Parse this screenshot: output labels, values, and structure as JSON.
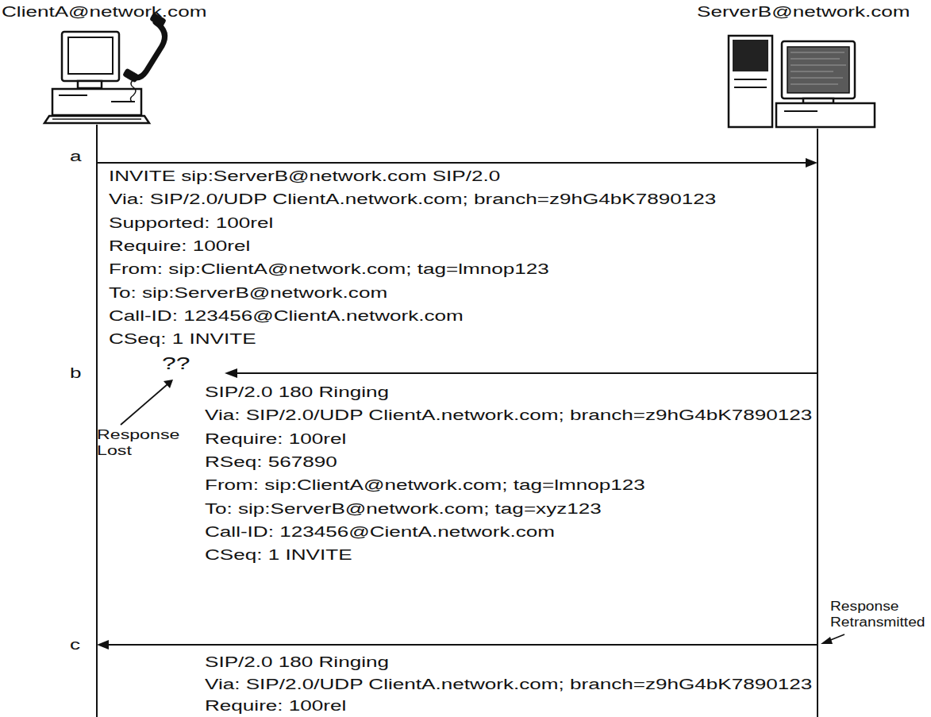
{
  "diagram": {
    "nodes": [
      {
        "text": [
          "ClientA@network.com"
        ]
      },
      {
        "text": [
          "ServerB@network.com"
        ]
      }
    ],
    "edges": [
      {
        "from": 0,
        "to": 1,
        "arrow": "to"
      },
      {
        "from": 1,
        "to": 0,
        "arrow": "to"
      }
    ],
    "labels": [
      "a",
      "INVITE sip:ServerB@network.com SIP/2.0",
      "Via: SIP/2.0/UDP ClientA.network.com; branch=z9hG4bK7890123",
      "Supported: 100rel",
      "Require: 100rel",
      "From: sip:ClientA@network.com; tag=lmnop123",
      "To: sip:ServerB@network.com",
      "Call-ID: 123456@ClientA.network.com",
      "CSeq: 1 INVITE",
      "b",
      "??",
      "Response Lost",
      "SIP/2.0 180 Ringing",
      "Via: SIP/2.0/UDP ClientA.network.com; branch=z9hG4bK7890123",
      "Require: 100rel",
      "RSeq: 567890",
      "From: sip:ClientA@network.com; tag=lmnop123",
      "To: sip:ServerB@network.com; tag=xyz123",
      "Call-ID: 123456@CientA.network.com",
      "CSeq: 1 INVITE",
      "Response Retransmitted",
      "c",
      "SIP/2.0 180 Ringing",
      "Via: SIP/2.0/UDP ClientA.network.com; branch=z9hG4bK7890123",
      "Require: 100rel"
    ]
  }
}
